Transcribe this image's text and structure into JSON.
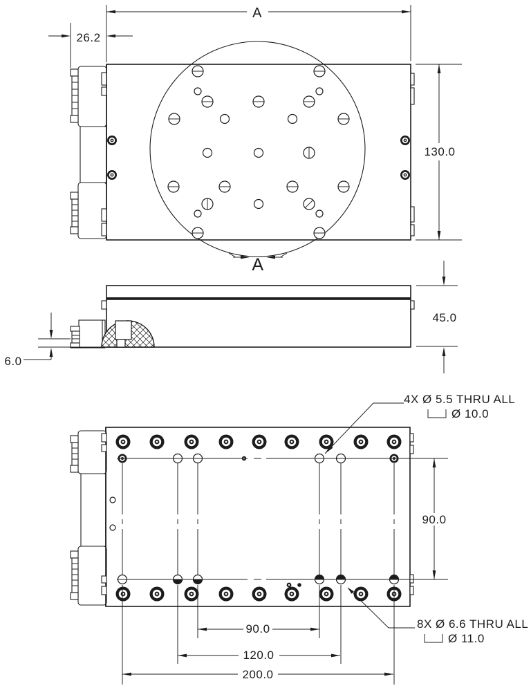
{
  "page": {
    "background": "#ffffff",
    "line_color": "#1c1c1c"
  },
  "drawing": {
    "top_view": {
      "dim_width_label": "A",
      "dim_connector_offset": "26.2",
      "dim_depth": "130.0",
      "section_label": "A"
    },
    "side_view": {
      "dim_height": "45.0",
      "dim_base_thickness": "6.0"
    },
    "bottom_view": {
      "callout_4x": {
        "line1": "4X Ø 5.5 THRU ALL",
        "line2": "Ø 10.0"
      },
      "callout_8x": {
        "line1": "8X Ø 6.6 THRU ALL",
        "line2": "Ø 11.0"
      },
      "dim_hole_rows": "90.0",
      "dim_span_90": "90.0",
      "dim_span_120": "120.0",
      "dim_span_200": "200.0"
    }
  }
}
